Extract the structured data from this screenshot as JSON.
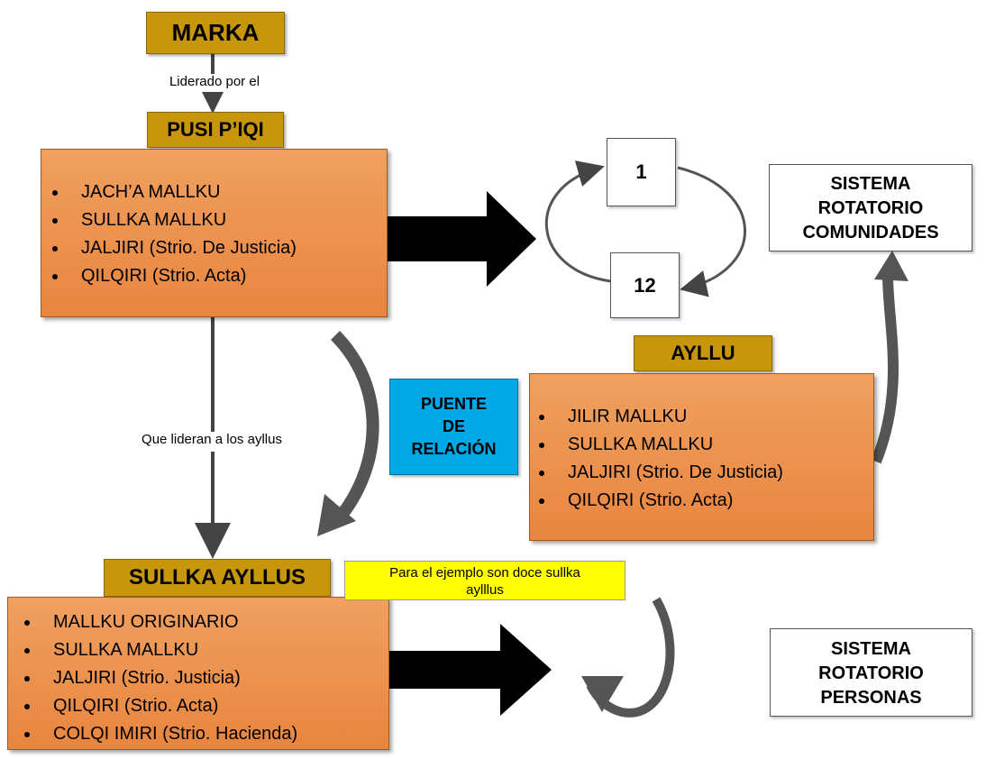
{
  "marka": "MARKA",
  "lead_label": "Liderado por el",
  "pusi": {
    "title": "PUSI P’IQI",
    "items": [
      "JACH’A MALLKU",
      "SULLKA MALLKU",
      "JALJIRI (Strio. De Justicia)",
      "QILQIRI (Strio. Acta)"
    ]
  },
  "cycle": {
    "top": "1",
    "bottom": "12"
  },
  "sistema_comunidades": [
    "SISTEMA",
    "ROTATORIO",
    "COMUNIDADES"
  ],
  "ayllu": {
    "title": "AYLLU",
    "items": [
      "JILIR MALLKU",
      "SULLKA MALLKU",
      "JALJIRI (Strio. De Justicia)",
      "QILQIRI (Strio. Acta)"
    ]
  },
  "puente": [
    "PUENTE",
    "DE",
    "RELACIÓN"
  ],
  "lideran_label": "Que lideran a los ayllus",
  "sullka": {
    "title": "SULLKA AYLLUS",
    "items": [
      "MALLKU ORIGINARIO",
      "SULLKA MALLKU",
      "JALJIRI (Strio. Justicia)",
      "QILQIRI (Strio. Acta)",
      "COLQI IMIRI (Strio. Hacienda)"
    ]
  },
  "note": "Para el ejemplo son doce sullka aylllus",
  "sistema_personas": [
    "SISTEMA",
    "ROTATORIO",
    "PERSONAS"
  ],
  "colors": {
    "gold": "#c8960a",
    "orange": "#e8853f",
    "blue": "#00a8e8",
    "yellow": "#ffff00"
  }
}
